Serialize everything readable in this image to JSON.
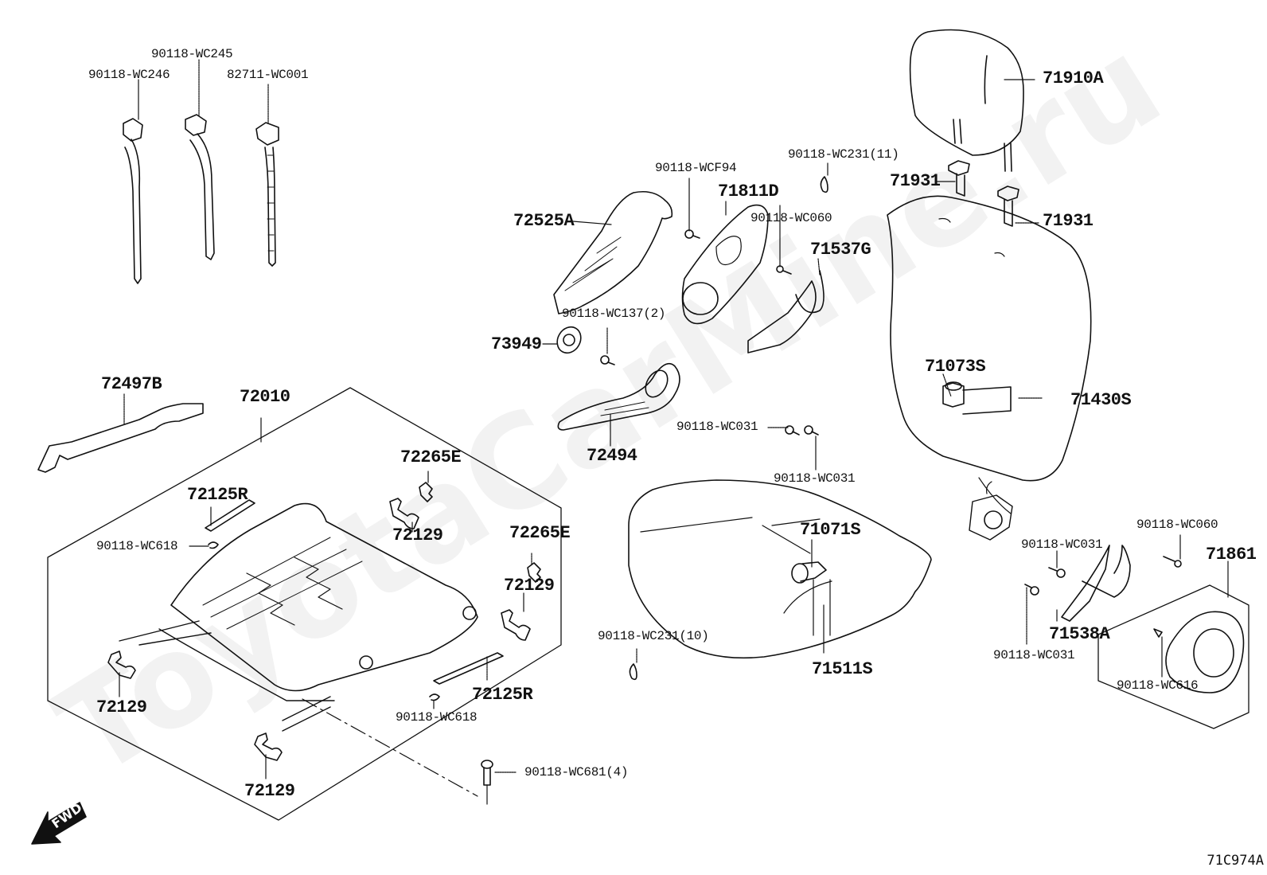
{
  "diagram": {
    "title": "Front Seat Assembly Parts Diagram",
    "drawing_code": "71C974A",
    "direction_marker": "FWD",
    "watermark": "ToyotaCarMine.ru",
    "labels": {
      "p90118_WC246": "90118-WC246",
      "p90118_WC245": "90118-WC245",
      "p82711_WC001": "82711-WC001",
      "p72525A": "72525A",
      "p90118_WCF94": "90118-WCF94",
      "p71811D": "71811D",
      "p90118_WC231_11": "90118-WC231(11)",
      "p90118_WC060_top": "90118-WC060",
      "p71537G": "71537G",
      "p71910A": "71910A",
      "p71931_a": "71931",
      "p71931_b": "71931",
      "p90118_WC137_2": "90118-WC137(2)",
      "p73949": "73949",
      "p71073S": "71073S",
      "p71430S": "71430S",
      "p72494": "72494",
      "p90118_WC031_a": "90118-WC031",
      "p90118_WC031_b": "90118-WC031",
      "p72497B": "72497B",
      "p72010": "72010",
      "p72265E_a": "72265E",
      "p72125R_a": "72125R",
      "p90118_WC618_a": "90118-WC618",
      "p72129_a": "72129",
      "p72265E_b": "72265E",
      "p72129_b": "72129",
      "p71071S": "71071S",
      "p90118_WC031_c": "90118-WC031",
      "p90118_WC060_b": "90118-WC060",
      "p71861": "71861",
      "p71538A": "71538A",
      "p90118_WC031_d": "90118-WC031",
      "p90118_WC616": "90118-WC616",
      "p90118_WC231_10": "90118-WC231(10)",
      "p71511S": "71511S",
      "p72129_c": "72129",
      "p72125R_b": "72125R",
      "p90118_WC618_b": "90118-WC618",
      "p90118_WC681_4": "90118-WC681(4)",
      "p72129_d": "72129"
    }
  }
}
